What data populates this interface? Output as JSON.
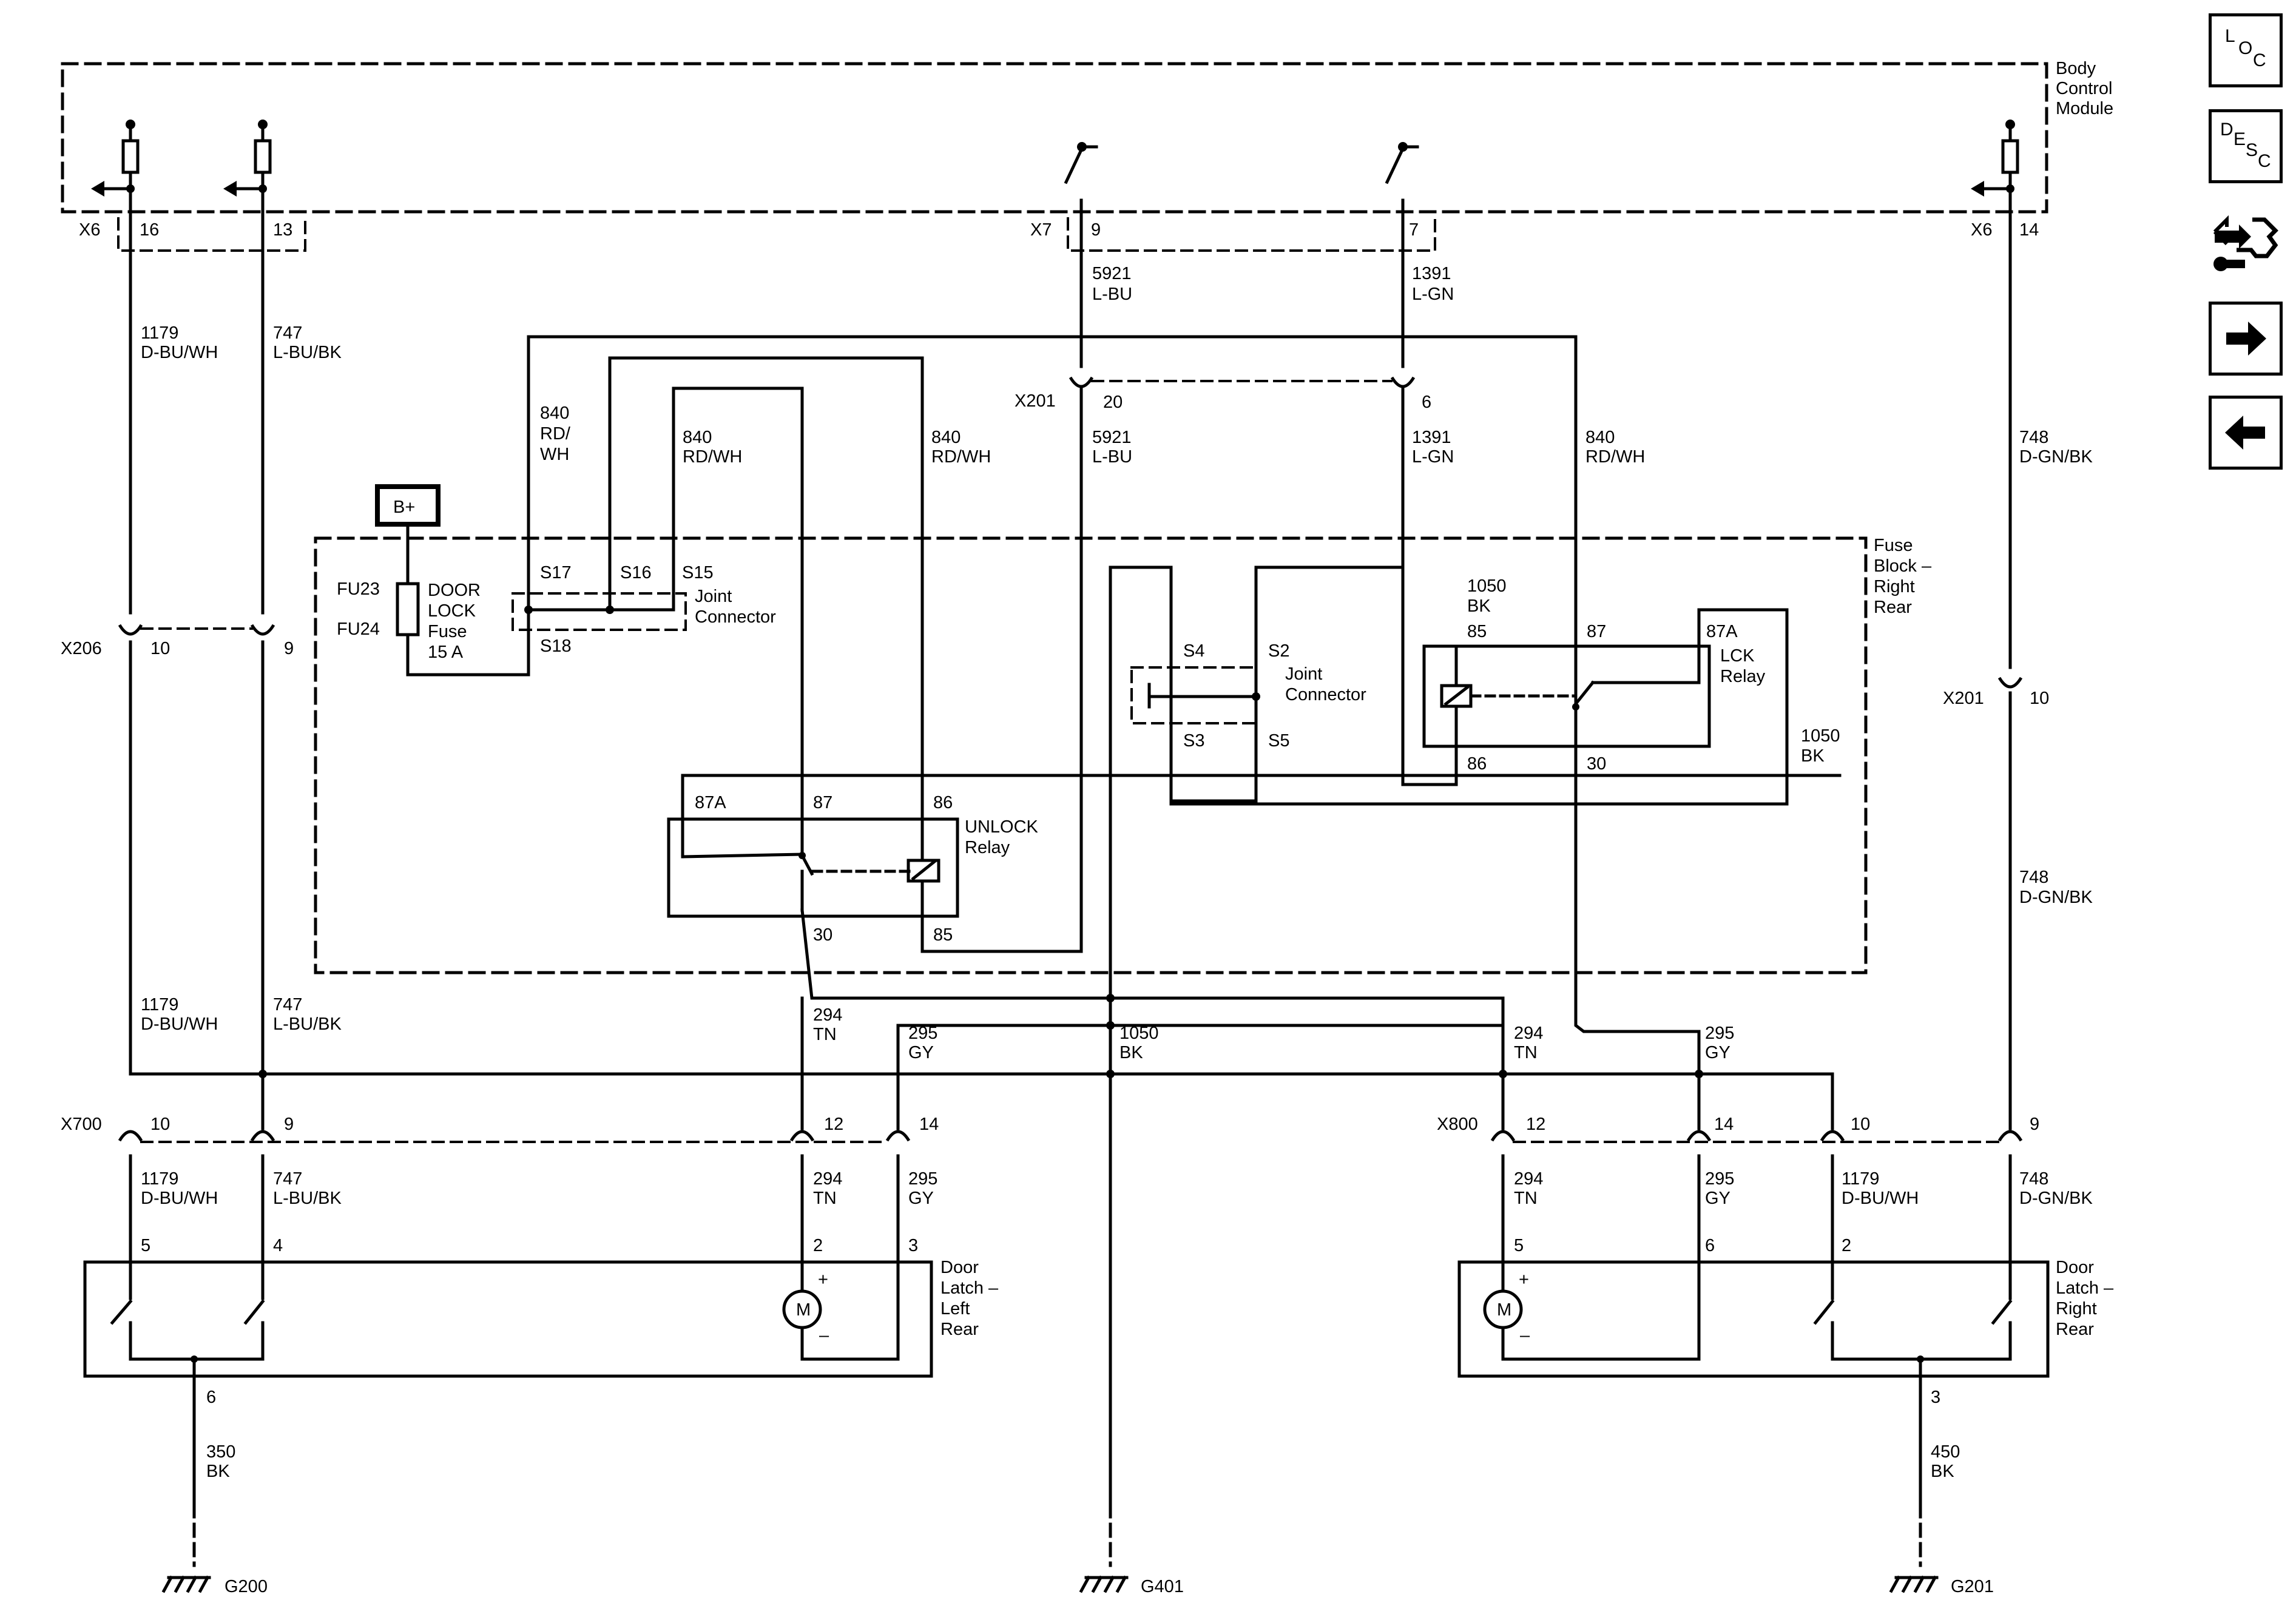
{
  "modules": {
    "bcm": [
      "Body",
      "Control",
      "Module"
    ],
    "fuse_block": [
      "Fuse",
      "Block –",
      "Right",
      "Rear"
    ],
    "door_latch_left": [
      "Door",
      "Latch –",
      "Left",
      "Rear"
    ],
    "door_latch_right": [
      "Door",
      "Latch –",
      "Right",
      "Rear"
    ],
    "unlock_relay": [
      "UNLOCK",
      "Relay"
    ],
    "lock_relay": [
      "LCK",
      "Relay"
    ],
    "joint_connector": [
      "Joint",
      "Connector"
    ],
    "door_lock_fuse": [
      "DOOR",
      "LOCK",
      "Fuse",
      "15 A"
    ],
    "battery": "B+",
    "fuses": [
      "FU23",
      "FU24"
    ],
    "motor": "M",
    "plus": "+",
    "minus": "–"
  },
  "connectors": {
    "x6": "X6",
    "x7": "X7",
    "x201": "X201",
    "x206": "X206",
    "x700": "X700",
    "x800": "X800"
  },
  "pins": {
    "x6_16": "16",
    "x6_13": "13",
    "x7_9": "9",
    "x7_7": "7",
    "x6_14": "14",
    "x201_20": "20",
    "x201_6": "6",
    "x201_10": "10",
    "x206_10": "10",
    "x206_9": "9",
    "x700_10": "10",
    "x700_9": "9",
    "x700_12": "12",
    "x700_14": "14",
    "x800_12": "12",
    "x800_14": "14",
    "x800_10": "10",
    "x800_9": "9",
    "ll_5": "5",
    "ll_4": "4",
    "ll_2": "2",
    "ll_3": "3",
    "ll_6": "6",
    "lr_5": "5",
    "lr_6": "6",
    "lr_2": "2",
    "lr_3": "3",
    "splices": [
      "S17",
      "S16",
      "S15",
      "S18",
      "S4",
      "S2",
      "S3",
      "S5"
    ],
    "unlock_relay_pins": [
      "87A",
      "87",
      "86",
      "30",
      "85"
    ],
    "lock_relay_pins": [
      "85",
      "87",
      "87A",
      "86",
      "30"
    ]
  },
  "wires": {
    "w1179": [
      "1179",
      "D-BU/WH"
    ],
    "w747": [
      "747",
      "L-BU/BK"
    ],
    "w5921": [
      "5921",
      "L-BU"
    ],
    "w1391": [
      "1391",
      "L-GN"
    ],
    "w840a": [
      "840",
      "RD/",
      "WH"
    ],
    "w840": [
      "840",
      "RD/WH"
    ],
    "w748": [
      "748",
      "D-GN/BK"
    ],
    "w1050": [
      "1050",
      "BK"
    ],
    "w294": [
      "294",
      "TN"
    ],
    "w295": [
      "295",
      "GY"
    ],
    "w350": [
      "350",
      "BK"
    ],
    "w450": [
      "450",
      "BK"
    ]
  },
  "grounds": [
    "G200",
    "G401",
    "G201"
  ],
  "nav": {
    "loc": [
      "L",
      "O",
      "C"
    ],
    "desc": [
      "D",
      "E",
      "S",
      "C"
    ],
    "icons": [
      "connector-tool-icon",
      "forward-arrow-icon",
      "back-arrow-icon"
    ]
  }
}
